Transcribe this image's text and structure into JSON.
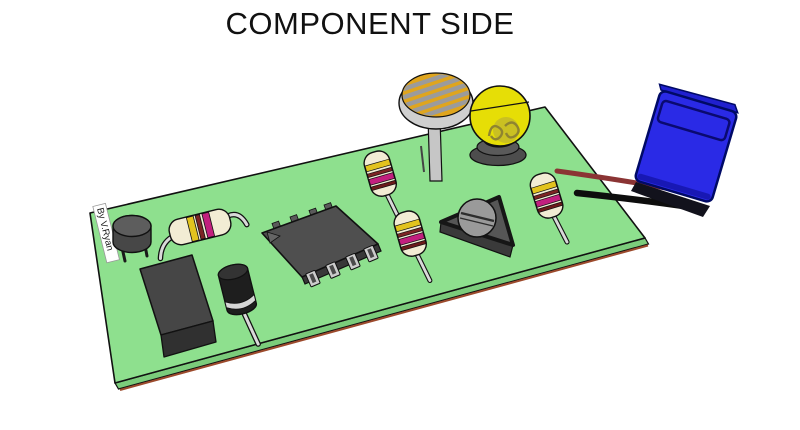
{
  "title": "COMPONENT SIDE",
  "watermark": "By V.Ryan",
  "scene_description": "3D illustration of the component side of a green printed circuit board with electronic components and a blue battery connected by red and black wires",
  "components": [
    {
      "name": "transistor"
    },
    {
      "name": "axial-resistor"
    },
    {
      "name": "black-component-box"
    },
    {
      "name": "electrolytic-capacitor"
    },
    {
      "name": "ic-chip"
    },
    {
      "name": "standing-resistor-1"
    },
    {
      "name": "standing-resistor-2"
    },
    {
      "name": "ldr-light-dependent-resistor"
    },
    {
      "name": "bulb"
    },
    {
      "name": "trimmer-potentiometer"
    },
    {
      "name": "standing-resistor-3"
    },
    {
      "name": "red-wire"
    },
    {
      "name": "black-wire"
    },
    {
      "name": "battery"
    }
  ],
  "colors": {
    "background": "#ffffff",
    "title_text": "#111111",
    "pcb_top": "#8ee08e",
    "pcb_side": "#7bcc7b",
    "pcb_copper_edge": "#9c4a2c",
    "outline_black": "#111111",
    "resistor_body": "#f2ecd4",
    "band_yellow": "#e2c31e",
    "band_maroon": "#7c2424",
    "band_magenta": "#c21f7e",
    "band_darkred": "#6b1b1b",
    "lead_silver": "#d9d9d9",
    "ic_top": "#4f4f4f",
    "ic_front": "#383838",
    "ic_side": "#5e5e5e",
    "ic_pin": "#cccccc",
    "transistor_body": "#474747",
    "transistor_top": "#5d5d5d",
    "box_top": "#464646",
    "box_front": "#303030",
    "capacitor_body": "#1e1e1e",
    "capacitor_band": "#d6d6d6",
    "ldr_face": "#dfa51e",
    "ldr_stripe": "#9b9b9b",
    "ldr_rim": "#cfcfcf",
    "bulb_glass": "#e6de06",
    "bulb_filament": "#8f8430",
    "bulb_base": "#4d4d4d",
    "trimmer_body": "#565656",
    "trimmer_screw": "#9a9a9a",
    "battery_blue": "#2a2ae6",
    "battery_outline": "#000a66",
    "wire_red": "#8b3434",
    "wire_black": "#0d0d0d"
  }
}
